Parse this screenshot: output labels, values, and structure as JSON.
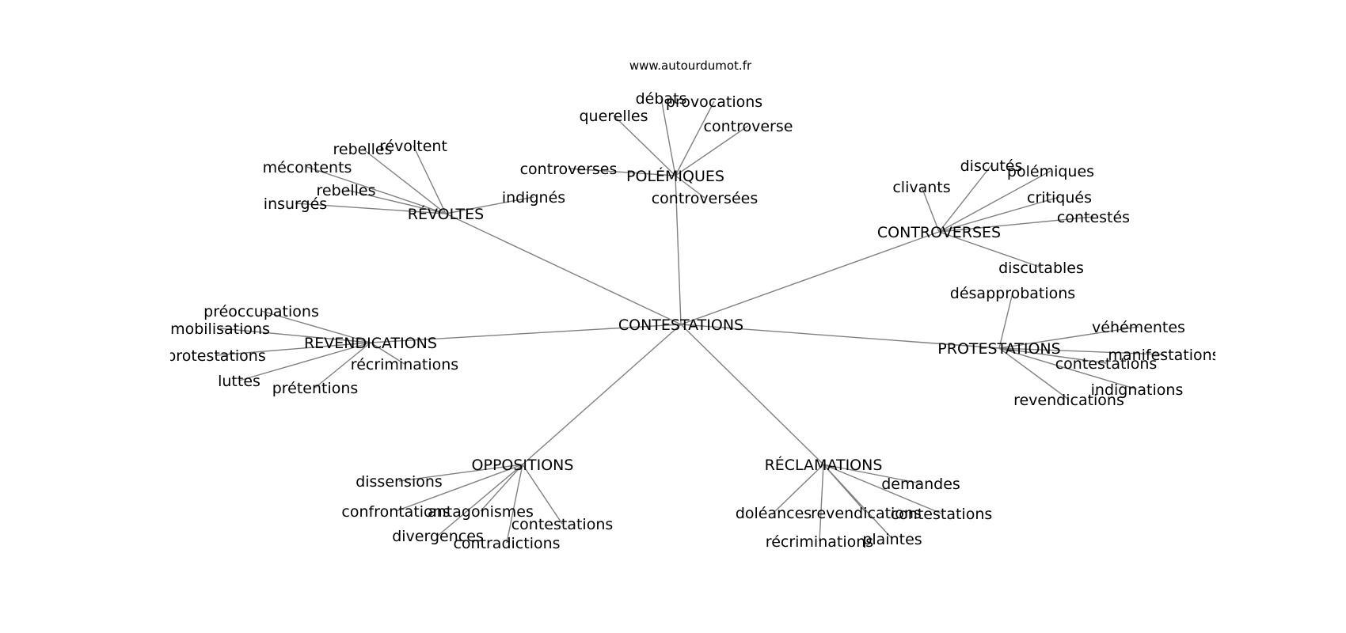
{
  "site": "www.autourdumot.fr",
  "center": "CONTESTATIONS",
  "clusters": [
    {
      "hub": "POLÉMIQUES",
      "leaves": [
        "querelles",
        "débats",
        "provocations",
        "controverse",
        "controverses",
        "controversées"
      ]
    },
    {
      "hub": "RÉVOLTES",
      "leaves": [
        "rebelles",
        "révoltent",
        "mécontents",
        "rebelles",
        "insurgés",
        "indignés"
      ]
    },
    {
      "hub": "CONTROVERSES",
      "leaves": [
        "clivants",
        "discutés",
        "polémiques",
        "critiqués",
        "contestés",
        "discutables"
      ]
    },
    {
      "hub": "REVENDICATIONS",
      "leaves": [
        "préoccupations",
        "mobilisations",
        "protestations",
        "luttes",
        "prétentions",
        "récriminations"
      ]
    },
    {
      "hub": "PROTESTATIONS",
      "leaves": [
        "désapprobations",
        "véhémentes",
        "manifestations",
        "contestations",
        "indignations",
        "revendications"
      ]
    },
    {
      "hub": "OPPOSITIONS",
      "leaves": [
        "dissensions",
        "confrontations",
        "antagonismes",
        "contestations",
        "divergences",
        "contradictions"
      ]
    },
    {
      "hub": "RÉCLAMATIONS",
      "leaves": [
        "demandes",
        "doléances",
        "revendications",
        "contestations",
        "récriminations",
        "plaintes"
      ]
    }
  ]
}
